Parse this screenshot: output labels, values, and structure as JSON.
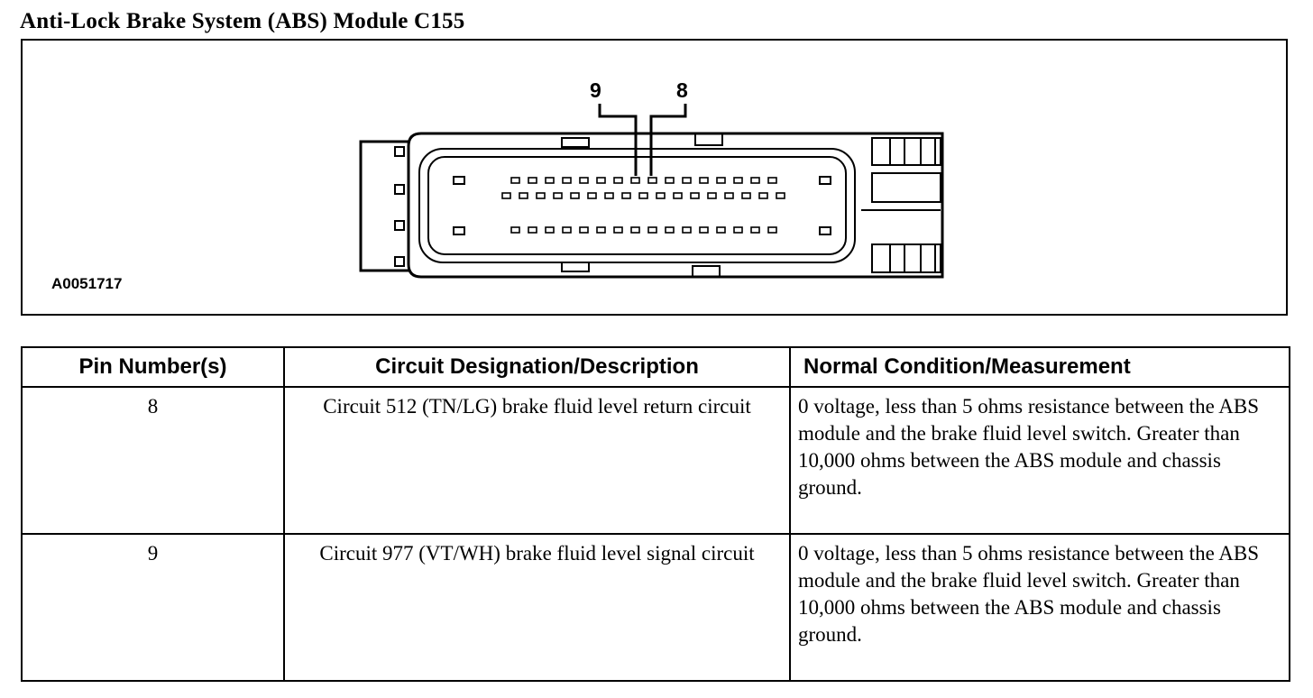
{
  "title": "Anti-Lock Brake System (ABS) Module C155",
  "diagram": {
    "figure_id": "A0051717",
    "callouts": [
      "9",
      "8"
    ],
    "icon": "electrical-connector-icon"
  },
  "table": {
    "headers": [
      "Pin Number(s)",
      "Circuit Designation/Description",
      "Normal Condition/Measurement"
    ],
    "rows": [
      {
        "pin": "8",
        "description": "Circuit 512 (TN/LG) brake fluid level return circuit",
        "measurement": "0 voltage, less than 5 ohms resistance between the ABS module and the brake fluid level switch. Greater than 10,000 ohms between the ABS module and chassis ground."
      },
      {
        "pin": "9",
        "description": "Circuit 977 (VT/WH) brake fluid level signal circuit",
        "measurement": "0 voltage, less than 5 ohms resistance between the ABS module and the brake fluid level switch. Greater than 10,000 ohms between the ABS module and chassis ground."
      }
    ]
  }
}
